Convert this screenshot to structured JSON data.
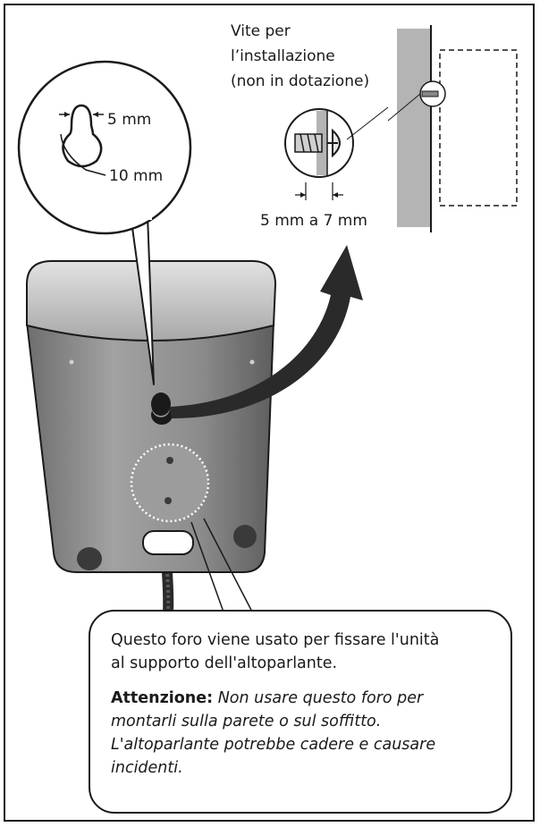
{
  "keyhole": {
    "width_label": "5 mm",
    "height_label": "10 mm"
  },
  "screw": {
    "caption_line1": "Vite per",
    "caption_line2": "l’installazione",
    "caption_line3": "(non in dotazione)",
    "gap_label": "5 mm a 7 mm"
  },
  "note": {
    "line1": "Questo foro viene usato per fissare l'unità",
    "line2": "al supporto dell'altoparlante.",
    "warning_label": "Attenzione:",
    "warning_text": " Non usare questo foro per",
    "warning_line2": "montarli sulla parete o sul soffitto.",
    "warning_line3": "L'altoparlante potrebbe cadere e causare",
    "warning_line4": "incidenti."
  },
  "colors": {
    "wall": "#b4b4b4",
    "speaker_body": "#8f8f8f",
    "speaker_top": "#c8c8c8",
    "ink": "#1a1a1a"
  }
}
